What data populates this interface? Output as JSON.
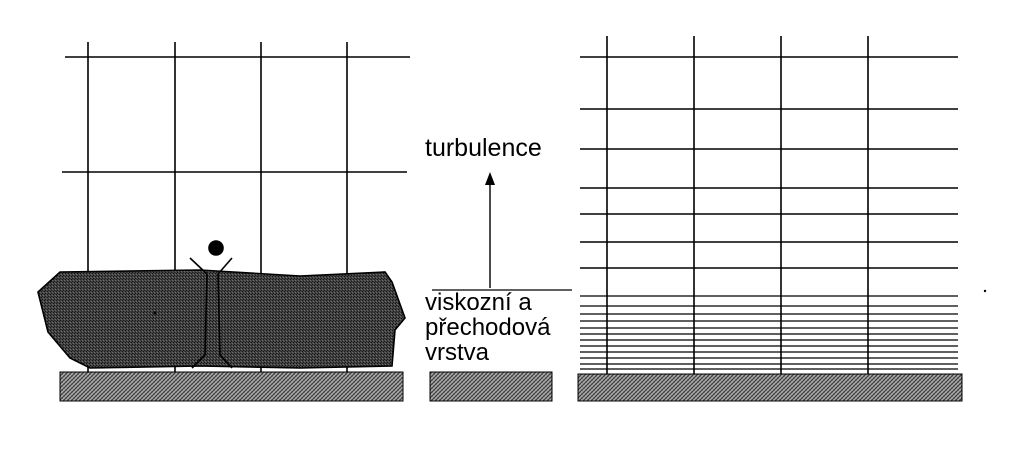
{
  "labels": {
    "turbulence": "turbulence",
    "viscous_lines": [
      "viskozní a",
      "přechodová",
      "vrstva"
    ]
  },
  "colors": {
    "ink": "#000000",
    "body_fill": "#3d3d3d",
    "ground_fill": "#9a9a9a",
    "background": "#ffffff"
  },
  "panels": {
    "left": "coarse grid with a solid body resting on the ground",
    "right": "refined grid with horizontal lines clustered near the ground"
  }
}
